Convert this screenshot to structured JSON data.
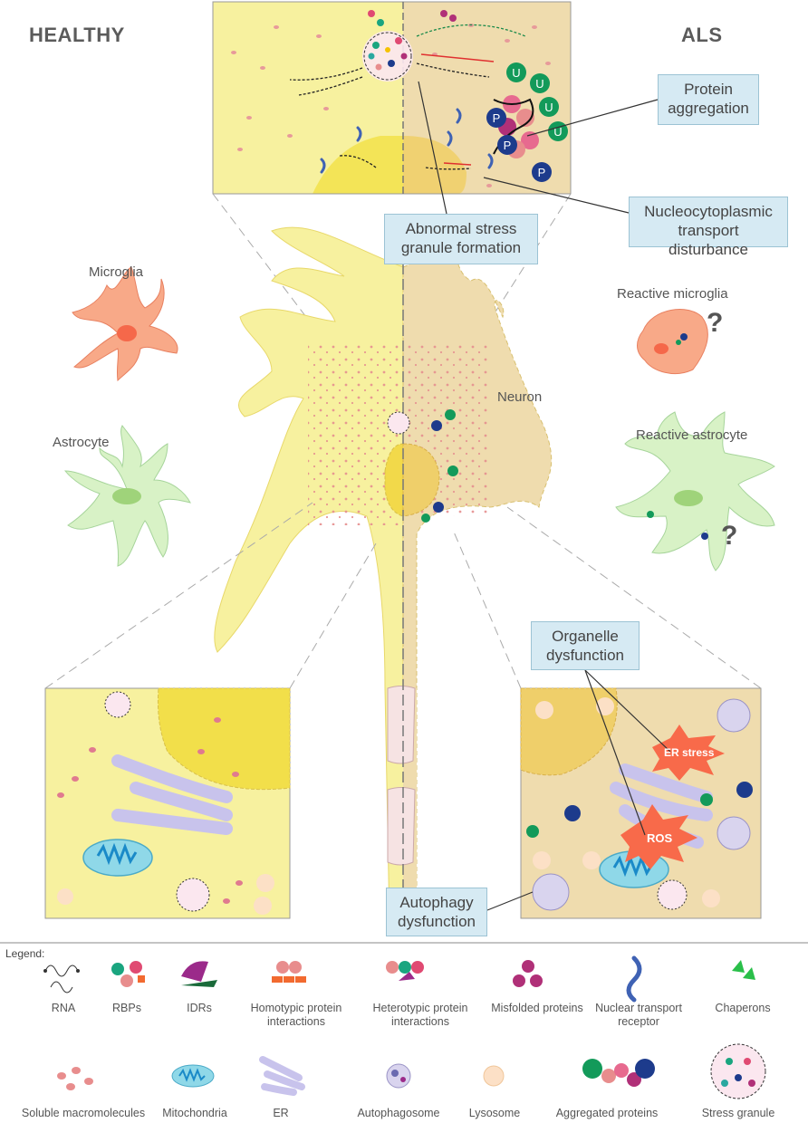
{
  "side_labels": {
    "healthy": "HEALTHY",
    "als": "ALS"
  },
  "cells": {
    "microglia": "Microglia",
    "astrocyte": "Astrocyte",
    "reactive_microglia": "Reactive microglia",
    "reactive_astrocyte": "Reactive astrocyte",
    "neuron": "Neuron",
    "question_mark": "?"
  },
  "callouts": {
    "protein_aggregation": "Protein aggregation",
    "nucleocytoplasmic": "Nucleocytoplasmic transport disturbance",
    "stress_granule": "Abnormal stress granule formation",
    "organelle": "Organelle dysfunction",
    "autophagy": "Autophagy dysfunction"
  },
  "burst_labels": {
    "er_stress": "ER stress",
    "ros": "ROS"
  },
  "legend": {
    "title": "Legend:",
    "row1": [
      "RNA",
      "RBPs",
      "IDRs",
      "Homotypic protein interactions",
      "Heterotypic protein interactions",
      "Misfolded proteins",
      "Nuclear transport receptor",
      "Chaperons"
    ],
    "row2": [
      "Soluble macromolecules",
      "Mitochondria",
      "ER",
      "Autophagosome",
      "Lysosome",
      "Aggregated proteins",
      "Stress granule"
    ]
  },
  "glyphs": {
    "ubiquitin": "U",
    "phospho": "P"
  },
  "colors": {
    "healthy_bg": "#f7f19f",
    "als_bg": "#efdcae",
    "callout_bg": "#d6eaf3",
    "microglia": "#f8a988",
    "astrocyte": "#d8f2c6",
    "ubiquitin": "#139a5a",
    "phospho": "#1d3b8c",
    "burst": "#f86a4a"
  }
}
